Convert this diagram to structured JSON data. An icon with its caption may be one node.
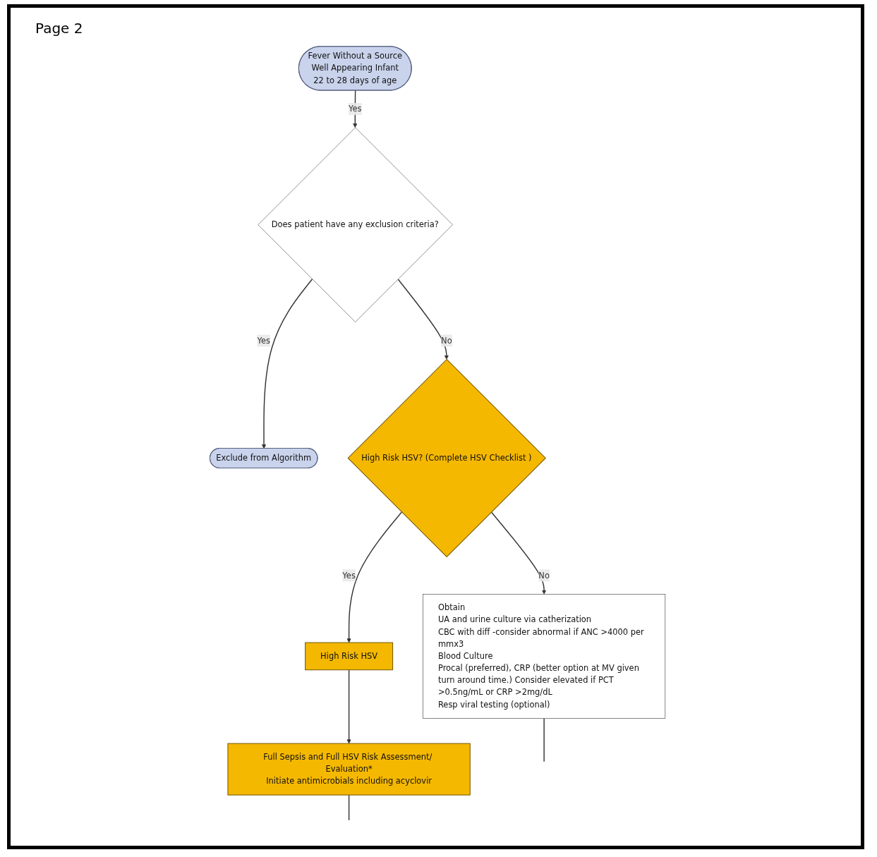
{
  "diagram": {
    "nodes": [
      {
        "text": [
          "Fever Without a Source",
          "Well Appearing Infant",
          "22 to 28 days of age"
        ]
      },
      {
        "text": [
          "Does patient have any exclusion criteria?"
        ]
      },
      {
        "text": [
          "Exclude from Algorithm"
        ]
      },
      {
        "text": [
          "High Risk HSV? (Complete HSV Checklist )"
        ]
      },
      {
        "text": [
          "High Risk HSV"
        ]
      },
      {
        "text": [
          "Full Sepsis and Full HSV Risk Assessment/ Evaluation*",
          "Initiate antimicrobials including acyclovir"
        ]
      },
      {
        "text": [
          "Obtain",
          "UA and urine culture via catherization",
          "CBC with diff -consider abnormal if ANC >4000 per mmx3",
          "Blood Culture",
          "Procal (preferred), CRP (better option at MV given turn around time.) Consider elevated if PCT >0.5ng/mL or CRP >2mg/dL",
          "Resp viral testing (optional)"
        ]
      }
    ],
    "edges": [
      {
        "from": 0,
        "to": 1,
        "label": "Yes",
        "arrow": "to"
      },
      {
        "from": 1,
        "to": 2,
        "label": "Yes",
        "arrow": "to"
      },
      {
        "from": 1,
        "to": 3,
        "label": "No",
        "arrow": "to"
      },
      {
        "from": 3,
        "to": 4,
        "label": "Yes",
        "arrow": "to"
      },
      {
        "from": 3,
        "to": 6,
        "label": "No",
        "arrow": "to"
      },
      {
        "from": 4,
        "to": 5,
        "arrow": "to"
      },
      {
        "from": 5,
        "to": null,
        "arrow": "none"
      },
      {
        "from": 6,
        "to": null,
        "arrow": "none"
      }
    ],
    "labels": [
      "Page 2"
    ]
  }
}
